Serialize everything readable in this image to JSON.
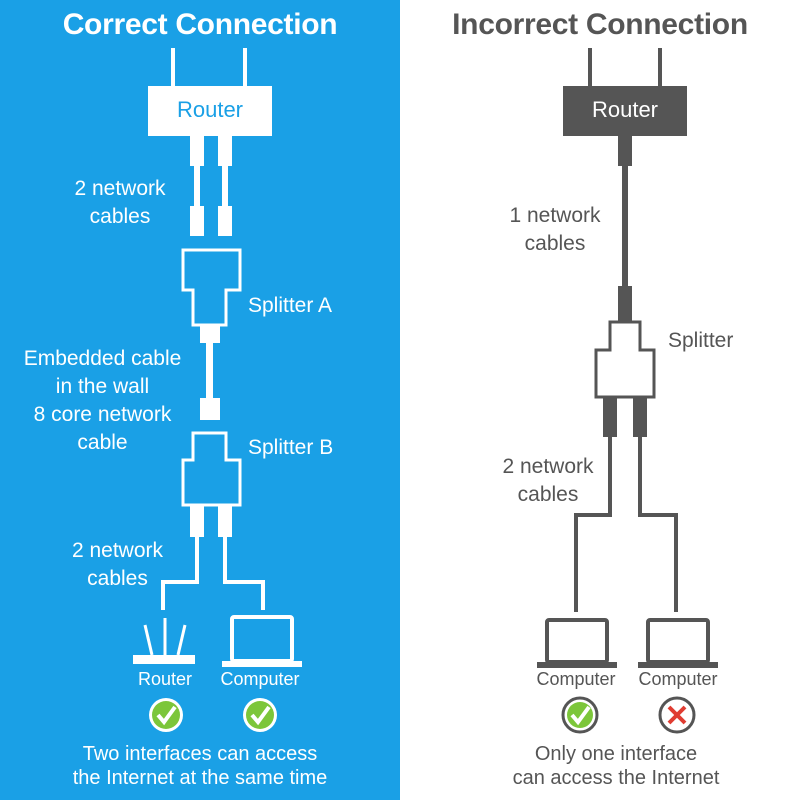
{
  "correct": {
    "title": "Correct Connection",
    "router_box": "Router",
    "cables_top": [
      "2 network",
      "cables"
    ],
    "splitter_a": "Splitter A",
    "embedded": [
      "Embedded cable",
      "in the wall",
      "8 core network",
      "cable"
    ],
    "splitter_b": "Splitter B",
    "cables_bottom": [
      "2 network",
      "cables"
    ],
    "device_router": "Router",
    "device_computer": "Computer",
    "footer": [
      "Two interfaces can access",
      "the Internet at the same time"
    ],
    "colors": {
      "background": "#1aa0e6",
      "check": "#7cc63a"
    }
  },
  "incorrect": {
    "title": "Incorrect Connection",
    "router_box": "Router",
    "cables_top": [
      "1 network",
      "cables"
    ],
    "splitter": "Splitter",
    "cables_bottom": [
      "2 network",
      "cables"
    ],
    "device_computer_1": "Computer",
    "device_computer_2": "Computer",
    "footer": [
      "Only one interface",
      "can access the Internet"
    ],
    "colors": {
      "router": "#555555",
      "check": "#7cc63a",
      "cross": "#e03c31"
    }
  }
}
